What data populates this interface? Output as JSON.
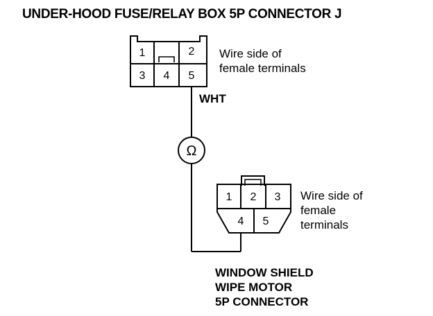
{
  "title": "UNDER-HOOD FUSE/RELAY BOX 5P CONNECTOR J",
  "connector_j": {
    "terminals": [
      "1",
      "2",
      "3",
      "4",
      "5"
    ],
    "note_line1": "Wire side of",
    "note_line2": "female terminals"
  },
  "wire_label": "WHT",
  "meter_symbol": "Ω",
  "wiper_connector": {
    "terminals": [
      "1",
      "2",
      "3",
      "4",
      "5"
    ],
    "note_line1": "Wire side of",
    "note_line2": "female",
    "note_line3": "terminals",
    "label_line1": "WINDOW SHIELD",
    "label_line2": "WIPE MOTOR",
    "label_line3": "5P CONNECTOR"
  }
}
